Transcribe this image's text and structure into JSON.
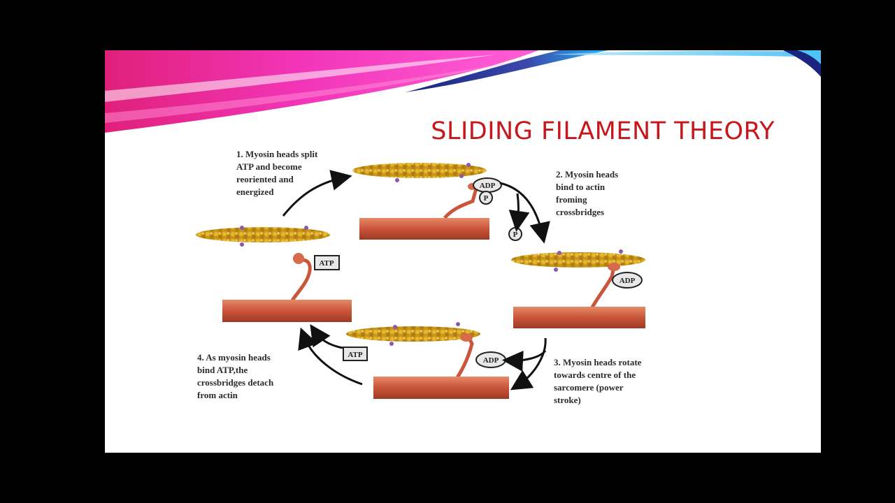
{
  "slide": {
    "title": "SLIDING FILAMENT THEORY"
  },
  "steps": [
    {
      "text": "1. Myosin heads split\nATP and become\nreoriented and\nenergized"
    },
    {
      "text": "2. Myosin heads\nbind to actin\nfroming\ncrossbridges"
    },
    {
      "text": "3. Myosin heads rotate\ntowards centre of the\nsarcomere (power\nstroke)"
    },
    {
      "text": "4. As myosin heads\nbind ATP,the\ncrossbridges detach\nfrom actin"
    }
  ],
  "labels": {
    "adp": "ADP",
    "atp": "ATP",
    "p": "P"
  },
  "colors": {
    "title": "#c8161d",
    "myosin": "#c9553a",
    "actin": "#d4a020"
  }
}
